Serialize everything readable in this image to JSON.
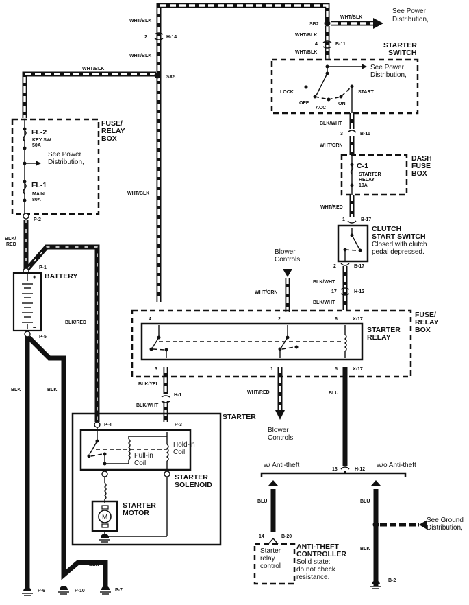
{
  "diagram": {
    "type": "wiring-diagram",
    "colors": {
      "ink": "#111111",
      "background": "#ffffff"
    },
    "wire_labels": {
      "wht_blk": "WHT/BLK",
      "wht_grn": "WHT/GRN",
      "wht_red": "WHT/RED",
      "blk_wht": "BLK/WHT",
      "blk_red": "BLK/RED",
      "blk_red_split": [
        "BLK/",
        "RED"
      ],
      "blk_yel": "BLK/YEL",
      "blk": "BLK",
      "blu": "BLU"
    },
    "connectors": {
      "h14_pin": "2",
      "h14": "H-14",
      "sx5": "SX5",
      "sb2": "SB2",
      "b11_pin4": "4",
      "b11": "B-11",
      "b11_pin3": "3",
      "b17_pin1": "1",
      "b17": "B-17",
      "b17_pin2": "2",
      "h12_pin17": "17",
      "h12": "H-12",
      "h12_pin13": "13",
      "x17": "X-17",
      "relay_pin4": "4",
      "relay_pin2": "2",
      "relay_pin6": "6",
      "relay_pin3": "3",
      "relay_pin1": "1",
      "relay_pin5": "5",
      "h1": "H-1",
      "p1": "P-1",
      "p2": "P-2",
      "p3": "P-3",
      "p4": "P-4",
      "p5": "P-5",
      "p6": "P-6",
      "p7": "P-7",
      "p10": "P-10",
      "b20_pin14": "14",
      "b20": "B-20",
      "b2": "B-2"
    },
    "components": {
      "fuse_relay_box_top": {
        "title": [
          "FUSE/",
          "RELAY",
          "BOX"
        ]
      },
      "fl2": {
        "name": "FL-2",
        "desc": [
          "KEY SW",
          "50A"
        ]
      },
      "fl1": {
        "name": "FL-1",
        "desc": [
          "MAIN",
          "80A"
        ]
      },
      "see_power_1": [
        "See Power",
        "Distribution,"
      ],
      "see_power_2": [
        "See Power",
        "Distribution,"
      ],
      "see_power_3": [
        "See Power",
        "Distribution,"
      ],
      "battery": {
        "title": "BATTERY",
        "plus": "+",
        "minus": "–"
      },
      "starter_switch": {
        "title": [
          "STARTER",
          "SWITCH"
        ],
        "positions": {
          "lock": "LOCK",
          "off": "OFF",
          "acc": "ACC",
          "on": "ON",
          "start": "START"
        }
      },
      "dash_fuse_box": {
        "title": [
          "DASH",
          "FUSE",
          "BOX"
        ]
      },
      "c1": {
        "name": "C-1",
        "desc": [
          "STARTER",
          "RELAY",
          "10A"
        ]
      },
      "clutch_switch": {
        "title": [
          "CLUTCH",
          "START SWITCH"
        ],
        "desc": [
          "Closed with clutch",
          "pedal depressed."
        ]
      },
      "blower_controls_in": [
        "Blower",
        "Controls"
      ],
      "blower_controls_out": [
        "Blower",
        "Controls"
      ],
      "fuse_relay_box_mid": {
        "title": [
          "FUSE/",
          "RELAY",
          "BOX"
        ]
      },
      "starter_relay": {
        "title": [
          "STARTER",
          "RELAY"
        ]
      },
      "starter": {
        "title": "STARTER"
      },
      "hold_in_coil": [
        "Hold-in",
        "Coil"
      ],
      "pull_in_coil": [
        "Pull-in",
        "Coil"
      ],
      "starter_solenoid": [
        "STARTER",
        "SOLENOID"
      ],
      "starter_motor": {
        "title": [
          "STARTER",
          "MOTOR"
        ],
        "symbol": "M"
      },
      "variant_with": "w/ Anti-theft",
      "variant_without": "w/o Anti-theft",
      "anti_theft": {
        "title": [
          "ANTI-THEFT",
          "CONTROLLER"
        ],
        "desc": [
          "Solid state:",
          "do not check",
          "resistance."
        ],
        "inner": [
          "Starter",
          "relay",
          "control"
        ]
      },
      "see_ground": [
        "See Ground",
        "Distribution,"
      ]
    }
  }
}
